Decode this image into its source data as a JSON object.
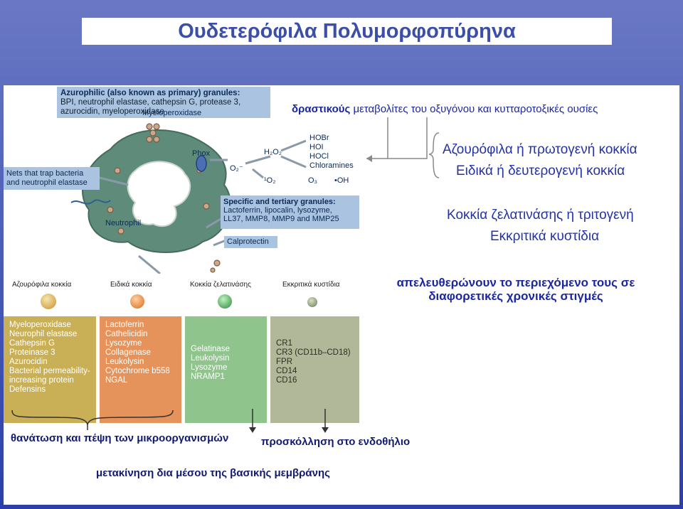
{
  "title": "Ουδετερόφιλα Πολυμορφοπύρηνα",
  "figure": {
    "azurophilic_header": "Azurophilic (also known as primary) granules:",
    "azurophilic_lines": [
      "BPI, neutrophil elastase, cathepsin G, protease 3,",
      "azurocidin, myeloperoxidase"
    ],
    "myeloperoxidase": "Myeloperoxidase",
    "phox": "Phox",
    "o2": "O₂⁻",
    "h2o2": "H₂O₂",
    "singlet_o2": "¹O₂",
    "o3": "O₃",
    "oh": "•OH",
    "ros_list": [
      "HOBr",
      "HOI",
      "HOCl",
      "Chloramines"
    ],
    "nets": "Nets that trap bacteria and neutrophil elastase",
    "neutrophil": "Neutrophil",
    "specific_header": "Specific and tertiary granules:",
    "specific_lines": [
      "Lactoferrin, lipocalin, lysozyme,",
      "LL37, MMP8, MMP9 and MMP25"
    ],
    "calprotectin": "Calprotectin"
  },
  "right": {
    "reactive_bold": "δραστικούς",
    "reactive_rest": " μεταβολίτες του οξυγόνου και  κυτταροτοξικές ουσίες",
    "line1": "Αζουρόφιλα ή πρωτογενή κοκκία",
    "line2": "Ειδικά ή δευτερογενή κοκκία",
    "line3": "Κοκκία ζελατινάσης ή τριτογενή",
    "line4": "Εκκριτικά κυστίδια",
    "release_1": "απελευθερώνουν το περιεχόμενο τους σε",
    "release_2": "διαφορετικές χρονικές στιγμές"
  },
  "granules": {
    "labels": [
      "Αζουρόφιλα κοκκία",
      "Ειδικά κοκκία",
      "Κοκκία ζελατινάσης",
      "Εκκριτικά κυστίδια"
    ],
    "col1": [
      "Myeloperoxidase",
      "Neurophil elastase",
      "Cathepsin G",
      "Proteinase 3",
      "Azurocidin",
      "Bacterial permeability-",
      "increasing protein",
      "Defensins"
    ],
    "col2": [
      "Lactoferrin",
      "Cathelicidin",
      "Lysozyme",
      "Collagenase",
      "Leukolysin",
      "Cytochrome b558",
      "NGAL"
    ],
    "col3": [
      "Gelatinase",
      "Leukolysin",
      "Lysozyme",
      "NRAMP1"
    ],
    "col4": [
      "CR1",
      "CR3 (CD11b–CD18)",
      "FPR",
      "CD14",
      "CD16"
    ]
  },
  "bottom": {
    "kill": "θανάτωση και  πέψη των μικροοργανισμών",
    "adhesion": "προσκόλληση στο ενδοθήλιο",
    "migration": "μετακίνηση δια μέσου της βασικής μεμβράνης"
  }
}
